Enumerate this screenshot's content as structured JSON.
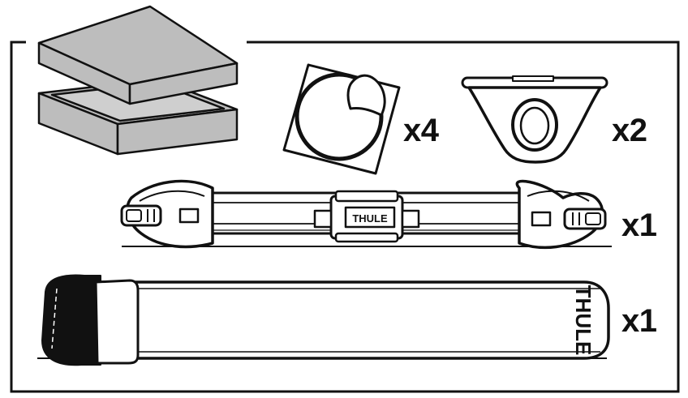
{
  "parts": [
    {
      "id": "pad",
      "icon": "adhesive-pad-icon",
      "quantity": "x4"
    },
    {
      "id": "adapter",
      "icon": "adapter-bracket-icon",
      "quantity": "x2"
    },
    {
      "id": "holder",
      "icon": "wheel-holder-icon",
      "quantity": "x1",
      "brand": "THULE"
    },
    {
      "id": "strap",
      "icon": "strap-icon",
      "quantity": "x1",
      "brand": "THULE"
    }
  ],
  "colors": {
    "box_fill": "#bdbdbd",
    "ink": "#111111"
  }
}
